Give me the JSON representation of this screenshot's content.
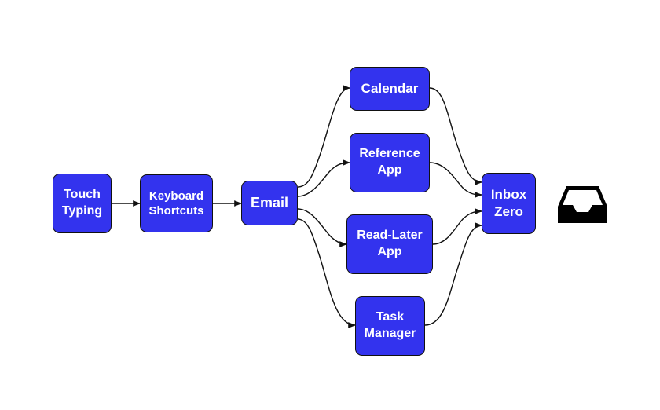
{
  "nodes": {
    "touch_typing": [
      "Touch",
      "Typing"
    ],
    "keyboard_shortcuts": [
      "Keyboard",
      "Shortcuts"
    ],
    "email": [
      "Email"
    ],
    "calendar": [
      "Calendar"
    ],
    "reference_app": [
      "Reference",
      "App"
    ],
    "read_later_app": [
      "Read-Later",
      "App"
    ],
    "task_manager": [
      "Task",
      "Manager"
    ],
    "inbox_zero": [
      "Inbox",
      "Zero"
    ]
  },
  "edges": [
    [
      "touch_typing",
      "keyboard_shortcuts"
    ],
    [
      "keyboard_shortcuts",
      "email"
    ],
    [
      "email",
      "calendar"
    ],
    [
      "email",
      "reference_app"
    ],
    [
      "email",
      "read_later_app"
    ],
    [
      "email",
      "task_manager"
    ],
    [
      "calendar",
      "inbox_zero"
    ],
    [
      "reference_app",
      "inbox_zero"
    ],
    [
      "read_later_app",
      "inbox_zero"
    ],
    [
      "task_manager",
      "inbox_zero"
    ]
  ],
  "colors": {
    "node_fill": "#3333ee",
    "node_text": "#ffffff",
    "edge": "#111111"
  },
  "icons": {
    "end_icon": "inbox-tray-icon"
  }
}
